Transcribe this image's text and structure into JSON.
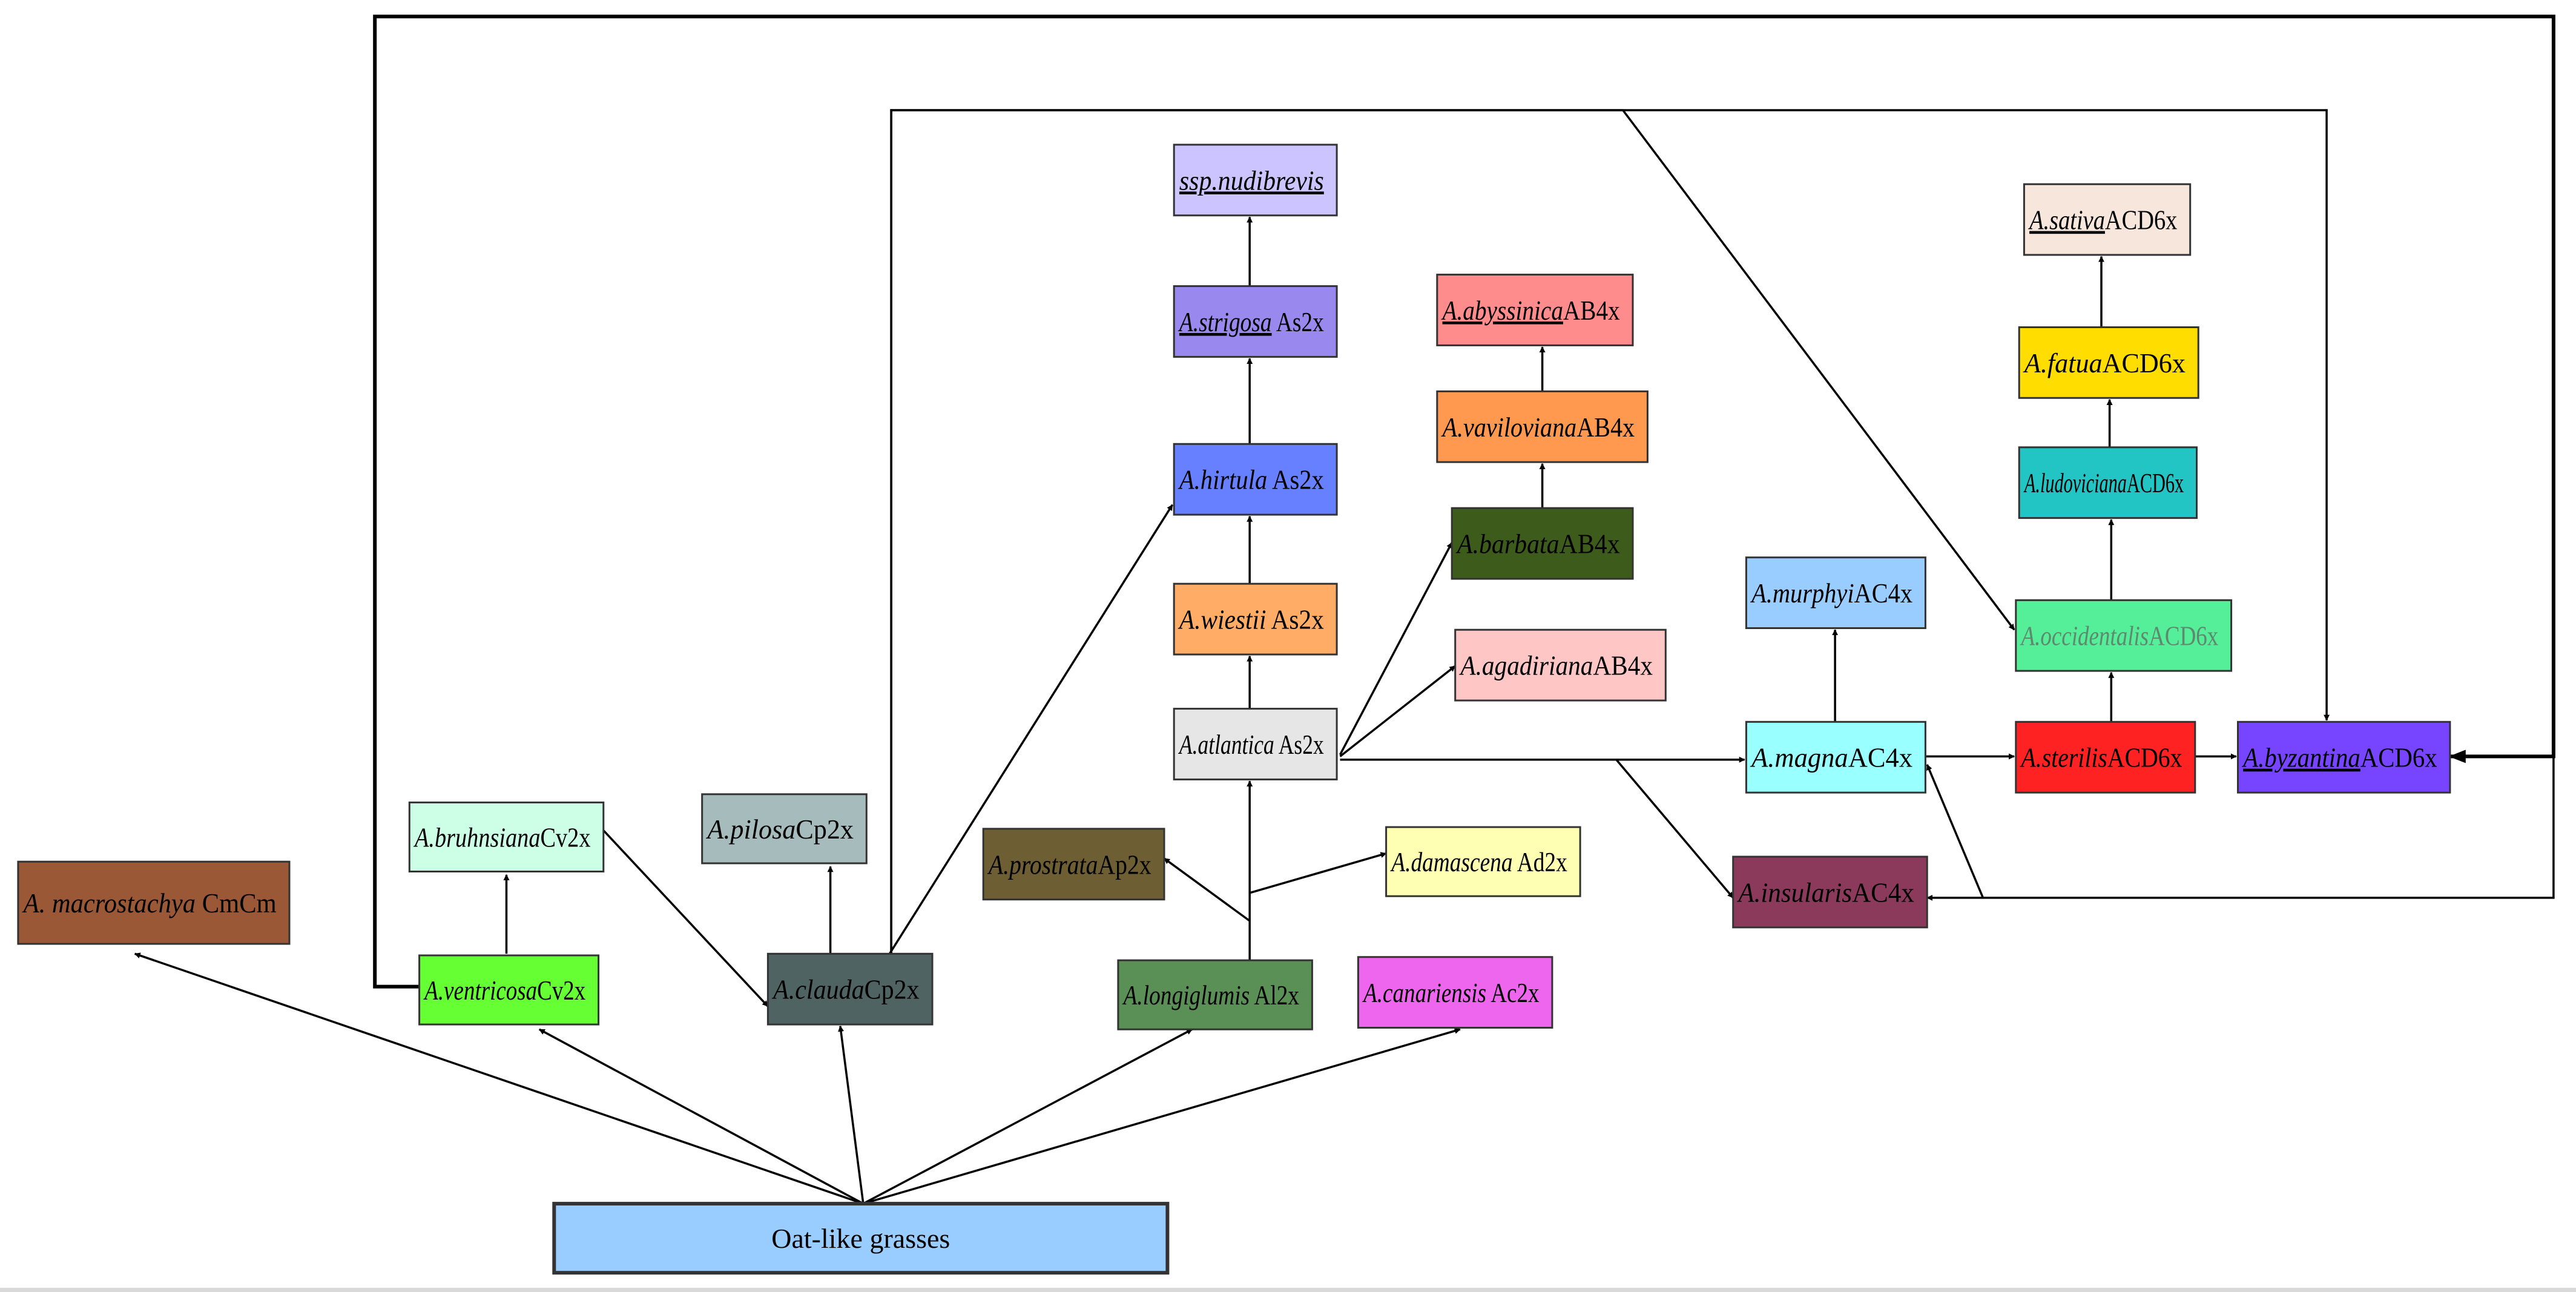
{
  "nodes": [
    {
      "id": "root",
      "species": "",
      "suffix": "Oat-like grasses",
      "fill": "#99ccff",
      "text_color": "#000000",
      "italic_color": "#000000",
      "underline": false
    },
    {
      "id": "macrostachya",
      "species": "A. macrostachya",
      "suffix": " CmCm",
      "fill": "#9b5836",
      "text_color": "#000000",
      "italic_color": "#000000",
      "underline": false
    },
    {
      "id": "ventricosa",
      "species": "A.ventricosa",
      "suffix": "Cv2x",
      "fill": "#66ff33",
      "text_color": "#000000",
      "italic_color": "#000000",
      "underline": false
    },
    {
      "id": "bruhnsiana",
      "species": "A.bruhnsiana",
      "suffix": "Cv2x",
      "fill": "#ccffe6",
      "text_color": "#000000",
      "italic_color": "#000000",
      "underline": false
    },
    {
      "id": "clauda",
      "species": "A.clauda",
      "suffix": "Cp2x",
      "fill": "#4f6462",
      "text_color": "#000000",
      "italic_color": "#000000",
      "underline": false
    },
    {
      "id": "pilosa",
      "species": "A.pilosa",
      "suffix": "Cp2x",
      "fill": "#a6bcbc",
      "text_color": "#000000",
      "italic_color": "#000000",
      "underline": false
    },
    {
      "id": "prostrata",
      "species": "A.prostrata",
      "suffix": "Ap2x",
      "fill": "#6e5e33",
      "text_color": "#000000",
      "italic_color": "#000000",
      "underline": false
    },
    {
      "id": "longiglumis",
      "species": "A.longiglumis",
      "suffix": " Al2x",
      "fill": "#5a8f55",
      "text_color": "#000000",
      "italic_color": "#000000",
      "underline": false
    },
    {
      "id": "damascena",
      "species": "A.damascena",
      "suffix": " Ad2x",
      "fill": "#ffffb3",
      "text_color": "#000000",
      "italic_color": "#000000",
      "underline": false
    },
    {
      "id": "canariensis",
      "species": "A.canariensis",
      "suffix": " Ac2x",
      "fill": "#ee66ee",
      "text_color": "#000000",
      "italic_color": "#000000",
      "underline": false
    },
    {
      "id": "atlantica",
      "species": "A.atlantica",
      "suffix": " As2x",
      "fill": "#e6e6e6",
      "text_color": "#000000",
      "italic_color": "#000000",
      "underline": false
    },
    {
      "id": "wiestii",
      "species": "A.wiestii",
      "suffix": " As2x",
      "fill": "#ffad66",
      "text_color": "#000000",
      "italic_color": "#000000",
      "underline": false
    },
    {
      "id": "hirtula",
      "species": "A.hirtula",
      "suffix": " As2x",
      "fill": "#6680ff",
      "text_color": "#000000",
      "italic_color": "#000000",
      "underline": false
    },
    {
      "id": "strigosa",
      "species": "A.strigosa",
      "suffix": " As2x",
      "fill": "#9988ee",
      "text_color": "#000000",
      "italic_color": "#000000",
      "underline": true
    },
    {
      "id": "nudibrevis",
      "species": "ssp.nudibrevis",
      "suffix": "",
      "fill": "#ccc4ff",
      "text_color": "#000000",
      "italic_color": "#000000",
      "underline": true
    },
    {
      "id": "agadiriana",
      "species": "A.agadiriana",
      "suffix": "AB4x",
      "fill": "#ffc6c6",
      "text_color": "#000000",
      "italic_color": "#000000",
      "underline": false
    },
    {
      "id": "barbata",
      "species": "A.barbata",
      "suffix": "AB4x",
      "fill": "#3d5c1c",
      "text_color": "#000000",
      "italic_color": "#000000",
      "underline": false
    },
    {
      "id": "vaviloviana",
      "species": "A.vaviloviana",
      "suffix": "AB4x",
      "fill": "#ff9950",
      "text_color": "#000000",
      "italic_color": "#000000",
      "underline": false
    },
    {
      "id": "abyssinica",
      "species": "A.abyssinica",
      "suffix": "AB4x",
      "fill": "#ff8c8c",
      "text_color": "#000000",
      "italic_color": "#000000",
      "underline": true
    },
    {
      "id": "magna",
      "species": "A.magna",
      "suffix": "AC4x",
      "fill": "#99ffff",
      "text_color": "#000000",
      "italic_color": "#000000",
      "underline": false
    },
    {
      "id": "murphyi",
      "species": "A.murphyi",
      "suffix": "AC4x",
      "fill": "#99ccff",
      "text_color": "#000000",
      "italic_color": "#000000",
      "underline": false
    },
    {
      "id": "insularis",
      "species": "A.insularis",
      "suffix": "AC4x",
      "fill": "#8c3a5c",
      "text_color": "#000000",
      "italic_color": "#000000",
      "underline": false
    },
    {
      "id": "sterilis",
      "species": "A.sterilis",
      "suffix": "ACD6x",
      "fill": "#ff2222",
      "text_color": "#000000",
      "italic_color": "#000000",
      "underline": false
    },
    {
      "id": "occidentalis",
      "species": "A.occidentalis",
      "suffix": "ACD6x",
      "fill": "#55ee99",
      "text_color": "#5d8a6e",
      "italic_color": "#5d8a6e",
      "underline": false
    },
    {
      "id": "ludoviciana",
      "species": "A.ludoviciana",
      "suffix": "ACD6x",
      "fill": "#22c4c4",
      "text_color": "#000000",
      "italic_color": "#000000",
      "underline": false
    },
    {
      "id": "fatua",
      "species": "A.fatua",
      "suffix": "ACD6x",
      "fill": "#ffdd00",
      "text_color": "#000000",
      "italic_color": "#000000",
      "underline": false
    },
    {
      "id": "sativa",
      "species": "A.sativa",
      "suffix": "ACD6x",
      "fill": "#f6e6dc",
      "text_color": "#000000",
      "italic_color": "#000000",
      "underline": true
    },
    {
      "id": "byzantina",
      "species": "A.byzantina",
      "suffix": "ACD6x",
      "fill": "#7744ff",
      "text_color": "#000000",
      "italic_color": "#000000",
      "underline": true
    }
  ],
  "edges": [
    {
      "from": "root",
      "to": "macrostachya"
    },
    {
      "from": "root",
      "to": "ventricosa"
    },
    {
      "from": "root",
      "to": "clauda"
    },
    {
      "from": "root",
      "to": "longiglumis"
    },
    {
      "from": "root",
      "to": "canariensis"
    },
    {
      "from": "ventricosa",
      "to": "bruhnsiana"
    },
    {
      "from": "bruhnsiana",
      "to": "clauda"
    },
    {
      "from": "clauda",
      "to": "pilosa"
    },
    {
      "from": "clauda",
      "to": "hirtula"
    },
    {
      "from": "longiglumis",
      "to": "prostrata"
    },
    {
      "from": "longiglumis",
      "to": "damascena"
    },
    {
      "from": "longiglumis",
      "to": "atlantica"
    },
    {
      "from": "atlantica",
      "to": "wiestii"
    },
    {
      "from": "wiestii",
      "to": "hirtula"
    },
    {
      "from": "hirtula",
      "to": "strigosa"
    },
    {
      "from": "strigosa",
      "to": "nudibrevis"
    },
    {
      "from": "atlantica",
      "to": "barbata"
    },
    {
      "from": "atlantica",
      "to": "agadiriana"
    },
    {
      "from": "barbata",
      "to": "vaviloviana"
    },
    {
      "from": "vaviloviana",
      "to": "abyssinica"
    },
    {
      "from": "atlantica",
      "to": "magna"
    },
    {
      "from": "atlantica",
      "to": "insularis"
    },
    {
      "from": "magna",
      "to": "murphyi"
    },
    {
      "from": "magna",
      "to": "sterilis"
    },
    {
      "from": "sterilis",
      "to": "occidentalis"
    },
    {
      "from": "sterilis",
      "to": "byzantina"
    },
    {
      "from": "occidentalis",
      "to": "ludoviciana"
    },
    {
      "from": "ludoviciana",
      "to": "fatua"
    },
    {
      "from": "fatua",
      "to": "sativa"
    },
    {
      "from": "clauda",
      "to": "occidentalis"
    },
    {
      "from": "clauda",
      "to": "byzantina"
    },
    {
      "from": "ventricosa",
      "to": "byzantina"
    },
    {
      "from": "byzantina",
      "to": "insularis"
    },
    {
      "from": "byzantina",
      "to": "magna"
    }
  ]
}
